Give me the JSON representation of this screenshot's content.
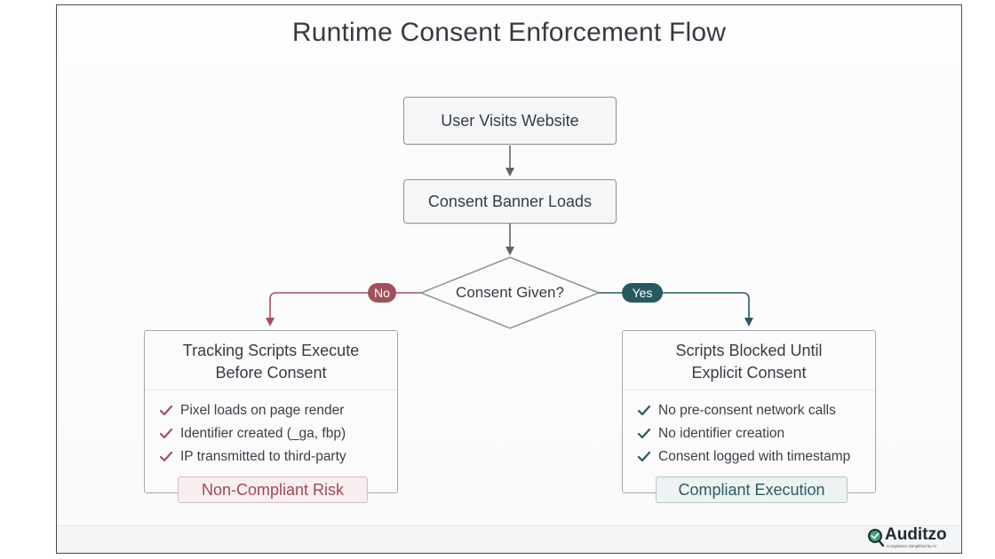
{
  "title": "Runtime Consent Enforcement Flow",
  "nodes": {
    "visit": "User Visits Website",
    "banner": "Consent Banner Loads",
    "decision": "Consent Given?"
  },
  "branches": {
    "no": "No",
    "yes": "Yes"
  },
  "left_panel": {
    "title_line1": "Tracking Scripts Execute",
    "title_line2": "Before Consent",
    "items": [
      "Pixel loads on page render",
      "Identifier created (_ga, fbp)",
      "IP transmitted to third-party"
    ],
    "status": "Non-Compliant Risk"
  },
  "right_panel": {
    "title_line1": "Scripts Blocked Until",
    "title_line2": "Explicit Consent",
    "items": [
      "No pre-consent network calls",
      "No identifier creation",
      "Consent logged with timestamp"
    ],
    "status": "Compliant Execution"
  },
  "logo": {
    "name": "Auditzo",
    "tagline": "Compliance Simplified by AI"
  },
  "colors": {
    "risk": "#a0525c",
    "compliant": "#275a60",
    "connector": "#5f656c"
  }
}
